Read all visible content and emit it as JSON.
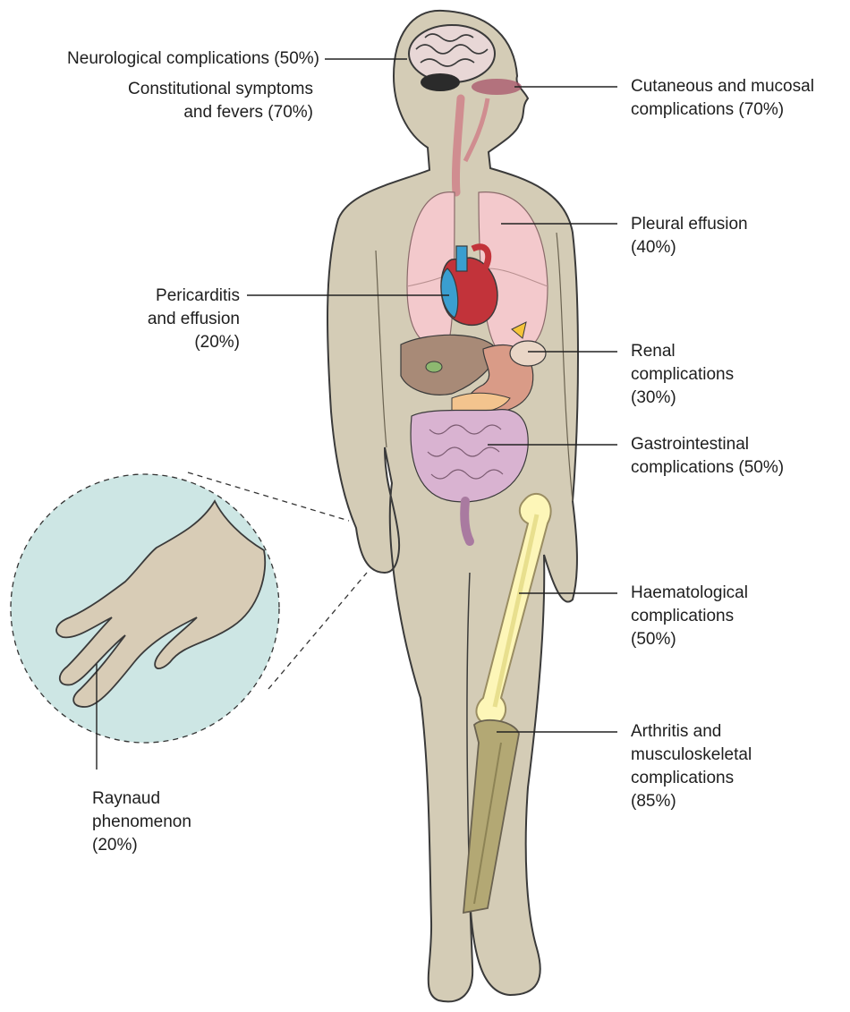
{
  "labels": {
    "neuro": "Neurological complications (50%)",
    "constitutional": "Constitutional symptoms\nand fevers (70%)",
    "cutaneous": "Cutaneous and mucosal\ncomplications (70%)",
    "pleural": "Pleural effusion\n(40%)",
    "pericarditis": "Pericarditis\nand effusion\n(20%)",
    "renal": "Renal\ncomplications\n(30%)",
    "gi": "Gastrointestinal\ncomplications (50%)",
    "haem": "Haematological\ncomplications\n(50%)",
    "arthritis": "Arthritis and\nmusculoskeletal\ncomplications\n(85%)",
    "raynaud": "Raynaud\nphenomenon\n(20%)"
  },
  "colors": {
    "body_fill": "#d4ccb6",
    "body_stroke": "#3a3a3a",
    "lung": "#f3c9cc",
    "heart_blue": "#3a9ed0",
    "heart_red": "#c2333a",
    "liver": "#a88a77",
    "stomach": "#d99b87",
    "intestine": "#d9b3d1",
    "bone": "#fdf6b8",
    "bone_dark": "#9a8d62",
    "inset_bg": "#cde6e4",
    "mucosa": "#a8546a",
    "leader": "#222222"
  },
  "icons": [
    "brain-icon",
    "heart-icon",
    "lungs-icon",
    "liver-icon",
    "stomach-icon",
    "intestine-icon",
    "kidney-icon",
    "femur-icon",
    "tibia-icon",
    "hand-icon"
  ]
}
